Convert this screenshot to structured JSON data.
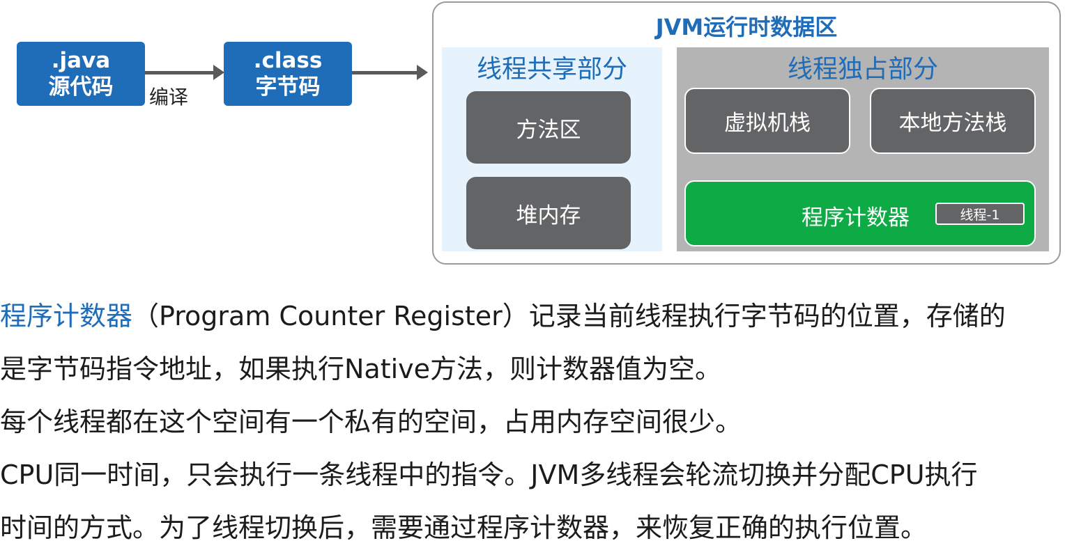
{
  "flow": {
    "java_box": {
      "line1": ".java",
      "line2": "源代码"
    },
    "class_box": {
      "line1": ".class",
      "line2": "字节码"
    },
    "compile_label": "编译"
  },
  "jvm": {
    "title": "JVM运行时数据区",
    "shared": {
      "title": "线程共享部分",
      "items": [
        "方法区",
        "堆内存"
      ]
    },
    "private": {
      "title": "线程独占部分",
      "items": [
        "虚拟机栈",
        "本地方法栈"
      ],
      "program_counter": "程序计数器",
      "thread_badge": "线程-1"
    }
  },
  "colors": {
    "brand_blue": "#1f6cb8",
    "box_gray": "#636466",
    "counter_green": "#0eaa45"
  },
  "text": {
    "p1_highlight": "程序计数器",
    "p1_rest": "（Program Counter Register）记录当前线程执行字节码的位置，存储的",
    "p2": "是字节码指令地址，如果执行Native方法，则计数器值为空。",
    "p3": "每个线程都在这个空间有一个私有的空间，占用内存空间很少。",
    "p4": "CPU同一时间，只会执行一条线程中的指令。JVM多线程会轮流切换并分配CPU执行",
    "p5": "时间的方式。为了线程切换后，需要通过程序计数器，来恢复正确的执行位置。"
  }
}
